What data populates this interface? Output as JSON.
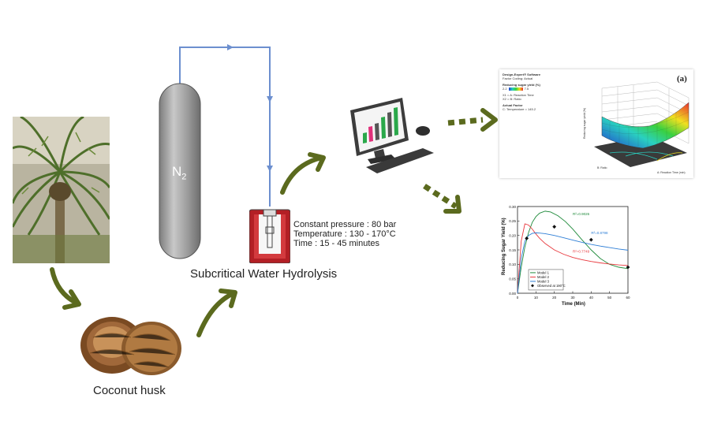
{
  "labels": {
    "coconut_husk": "Coconut husk",
    "subcritical": "Subcritical Water Hydrolysis",
    "gas": "N",
    "gas_sub": "2"
  },
  "conditions": {
    "pressure": "Constant pressure : 80 bar",
    "temperature": "Temperature : 130 - 170°C",
    "time": "Time : 15 - 45 minutes"
  },
  "colors": {
    "arrow": "#5b6a1e",
    "pipe": "#6c8fcf",
    "cylinder": "#9a9a9a",
    "reactor": "#c0272d",
    "model1": "#1e8a3a",
    "model2": "#e8383d",
    "model3": "#2f7fd6"
  },
  "surface_panel": {
    "panel_label": "(a)",
    "software": "Design-Expert® Software",
    "coding": "Factor Coding: Actual",
    "response": "Reducing sugar yield (%)",
    "range_low": "2.2",
    "range_high": "7.5",
    "x1": "X1 = A: Reaction Time",
    "x2": "X2 = B: Ratio",
    "actual_factor": "Actual Factor",
    "actual_value": "C: Temperature = 145.2",
    "z_axis": "Reducing sugar yield (%)",
    "b_axis": "B: Ratio",
    "a_axis": "A: Reaction Time (min)"
  },
  "chart_data": {
    "type": "line",
    "xlabel": "Time (Min)",
    "ylabel": "Reducing Sugar Yield (%)",
    "xlim": [
      0,
      60
    ],
    "ylim": [
      0.0,
      0.3
    ],
    "x_ticks": [
      "0",
      "10",
      "20",
      "30",
      "40",
      "50",
      "60"
    ],
    "y_ticks": [
      "0.00",
      "0.05",
      "0.10",
      "0.15",
      "0.20",
      "0.25",
      "0.30"
    ],
    "series": [
      {
        "name": "Model 1",
        "color": "#1e8a3a",
        "r2": "R²=0.9026",
        "x": [
          0,
          2,
          4,
          6,
          8,
          10,
          12,
          15,
          18,
          22,
          26,
          30,
          35,
          40,
          45,
          50,
          55,
          60
        ],
        "y": [
          0.0,
          0.09,
          0.16,
          0.21,
          0.245,
          0.265,
          0.277,
          0.284,
          0.281,
          0.268,
          0.248,
          0.222,
          0.185,
          0.15,
          0.12,
          0.1,
          0.09,
          0.085
        ]
      },
      {
        "name": "Model 2",
        "color": "#e8383d",
        "r2": "R²=0.7749",
        "x": [
          0,
          2,
          4,
          6,
          8,
          10,
          12,
          15,
          20,
          25,
          30,
          35,
          40,
          45,
          50,
          55,
          60
        ],
        "y": [
          0.0,
          0.18,
          0.24,
          0.236,
          0.222,
          0.205,
          0.19,
          0.172,
          0.15,
          0.135,
          0.124,
          0.116,
          0.11,
          0.105,
          0.101,
          0.098,
          0.096
        ]
      },
      {
        "name": "Model 3",
        "color": "#2f7fd6",
        "r2": "R²=0.8798",
        "x": [
          0,
          2,
          4,
          6,
          8,
          10,
          12,
          15,
          20,
          25,
          30,
          35,
          40,
          45,
          50,
          55,
          60
        ],
        "y": [
          0.0,
          0.12,
          0.18,
          0.2,
          0.207,
          0.209,
          0.208,
          0.206,
          0.2,
          0.192,
          0.184,
          0.176,
          0.169,
          0.163,
          0.158,
          0.153,
          0.149
        ]
      },
      {
        "name": "Observed at 190°C",
        "color": "#111111",
        "points": true,
        "x": [
          5,
          20,
          40,
          60
        ],
        "y": [
          0.19,
          0.23,
          0.185,
          0.09
        ]
      }
    ]
  }
}
